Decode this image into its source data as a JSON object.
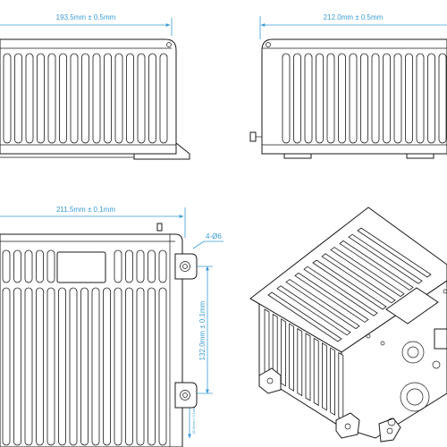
{
  "dimensions": {
    "top_left_width": "193.5mm ± 0.5mm",
    "top_right_width": "212.0mm ± 0.5mm",
    "bottom_left_width": "211.5mm ± 0.1mm",
    "hole_spec": "4-Ø6",
    "height": "132.0mm ± 0.1mm",
    "small_dim": "42.0mm ± 0.1mm"
  },
  "colors": {
    "dimension": "#3a9bd5",
    "outline": "#1a1a1a"
  }
}
